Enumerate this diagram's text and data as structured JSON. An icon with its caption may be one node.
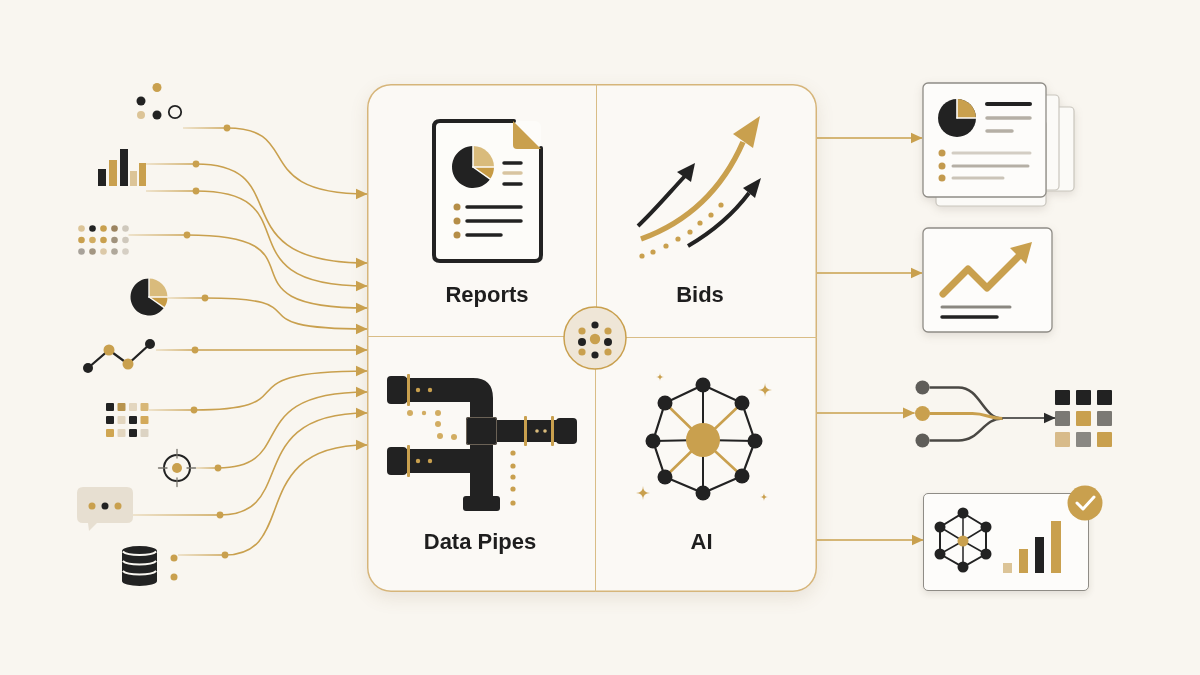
{
  "diagram": {
    "nodes": [
      {
        "text": [],
        "shape": "picture"
      },
      {
        "text": [],
        "shape": "picture"
      },
      {
        "text": [],
        "shape": "picture"
      },
      {
        "text": [],
        "shape": "picture"
      },
      {
        "text": [],
        "shape": "picture"
      },
      {
        "text": [],
        "shape": "picture"
      },
      {
        "text": [],
        "shape": "picture"
      },
      {
        "text": [],
        "shape": "picture"
      },
      {
        "text": [],
        "shape": "cylinder"
      },
      {
        "text": [],
        "shape": "box"
      },
      {
        "text": [
          "Reports"
        ],
        "in": 9
      },
      {
        "text": [
          "Bids"
        ],
        "in": 9
      },
      {
        "text": [
          "Data Pipes"
        ],
        "in": 9
      },
      {
        "text": [
          "AI"
        ],
        "in": 9
      },
      {
        "text": [],
        "shape": "picture"
      },
      {
        "text": [],
        "shape": "picture"
      },
      {
        "text": [],
        "shape": "picture"
      },
      {
        "text": [],
        "shape": "picture"
      },
      {
        "text": [],
        "shape": "picture"
      }
    ],
    "edges": [
      {
        "from": 0,
        "to": 9,
        "arrow": "to"
      },
      {
        "from": 1,
        "to": 9,
        "arrow": "to"
      },
      {
        "from": 1,
        "to": 9,
        "arrow": "to"
      },
      {
        "from": 2,
        "to": 9,
        "arrow": "to"
      },
      {
        "from": 3,
        "to": 9,
        "arrow": "to"
      },
      {
        "from": 4,
        "to": 9,
        "arrow": "to"
      },
      {
        "from": 5,
        "to": 9,
        "arrow": "to"
      },
      {
        "from": 6,
        "to": 9,
        "arrow": "to"
      },
      {
        "from": 7,
        "to": 9,
        "arrow": "to"
      },
      {
        "from": 8,
        "to": 9,
        "arrow": "to"
      },
      {
        "from": 9,
        "to": 14,
        "arrow": "to"
      },
      {
        "from": 9,
        "to": 15,
        "arrow": "to"
      },
      {
        "from": 9,
        "to": 16,
        "arrow": "to"
      },
      {
        "from": 9,
        "to": 18,
        "arrow": "to"
      },
      {
        "from": 16,
        "to": 17,
        "arrow": "to",
        "color": "#2b2b2b"
      }
    ]
  }
}
